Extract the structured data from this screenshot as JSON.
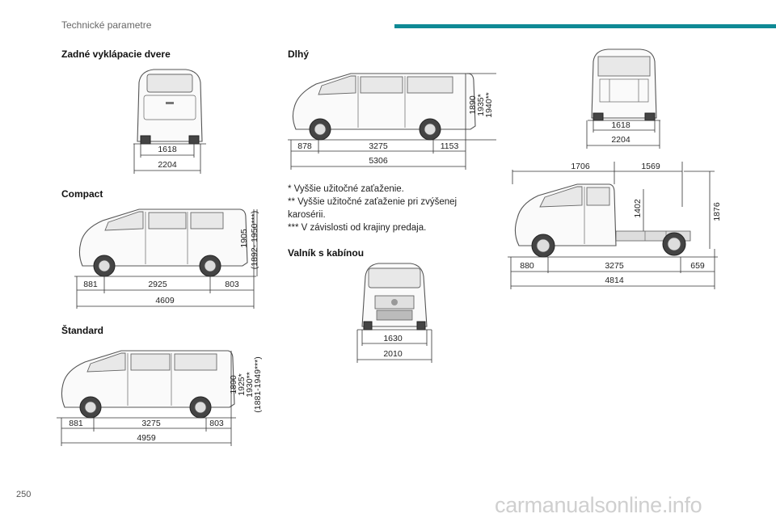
{
  "header": {
    "title": "Technické parametre"
  },
  "sections": {
    "rear_doors": {
      "title": "Zadné vyklápacie dvere",
      "width_inner": "1618",
      "width_outer": "2204"
    },
    "compact": {
      "title": "Compact",
      "front": "881",
      "wheelbase": "2925",
      "rear": "803",
      "length": "4609",
      "height_1": "1905",
      "height_2": "(1892- 1950***)"
    },
    "standard": {
      "title": "Štandard",
      "front": "881",
      "wheelbase": "3275",
      "rear": "803",
      "length": "4959",
      "height_1": "1890",
      "height_2": "1925*",
      "height_3": "1930**",
      "height_4": "(1881-1949***)"
    },
    "long": {
      "title": "Dlhý",
      "front": "878",
      "wheelbase": "3275",
      "rear": "1153",
      "length": "5306",
      "height_1": "1890",
      "height_2": "1935*",
      "height_3": "1940**"
    },
    "rear_long": {
      "width_inner": "1618",
      "width_outer": "2204"
    },
    "platform_cab": {
      "title": "Valník s kabínou",
      "width_inner": "1630",
      "width_outer": "2010"
    },
    "chassis_side": {
      "cab": "1706",
      "bed": "1569",
      "bed_height": "1402",
      "height": "1876",
      "front": "880",
      "wheelbase": "3275",
      "rear": "659",
      "length": "4814"
    }
  },
  "notes": [
    "* Vyššie užitočné zaťaženie.",
    "** Vyššie užitočné zaťaženie pri zvýšenej",
    "karosérii.",
    "*** V závislosti od krajiny predaja."
  ],
  "footer": {
    "page_number": "250",
    "watermark": "carmanualsonline.info"
  }
}
